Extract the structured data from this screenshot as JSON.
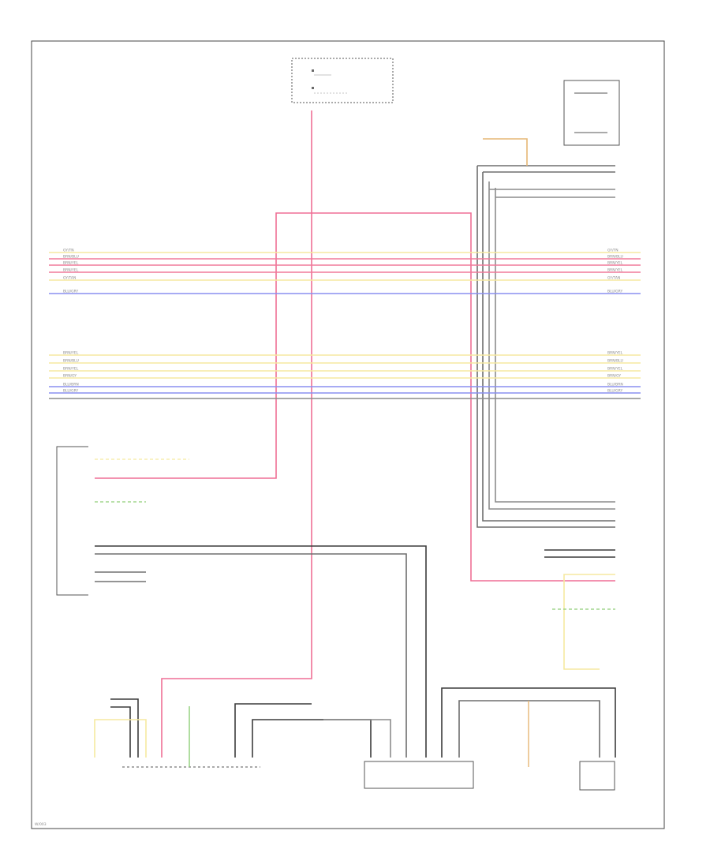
{
  "colors": {
    "black": "#3c3c3c",
    "gray": "#8c8c8c",
    "grey_mid": "#6e6e6e",
    "red": "#f07a9a",
    "pink": "#ef6f95",
    "yellow": "#f5e9a0",
    "green": "#8fce78",
    "blue": "#8a8ff0",
    "orange": "#e6b775"
  },
  "wire_legend": {
    "upper_bundle": [
      "GY/TN",
      "BRN/BLU",
      "BRN/YEL",
      "BRN/YEL",
      "GY/TAN",
      "BLU/GRY"
    ],
    "lower_bundle": [
      "BRN/YEL",
      "BRN/BLU",
      "BRN/YEL",
      "BRN/GY",
      "BLU/BRN",
      "BLU/GRY"
    ]
  },
  "footer": {
    "page_ref": "W/003"
  }
}
